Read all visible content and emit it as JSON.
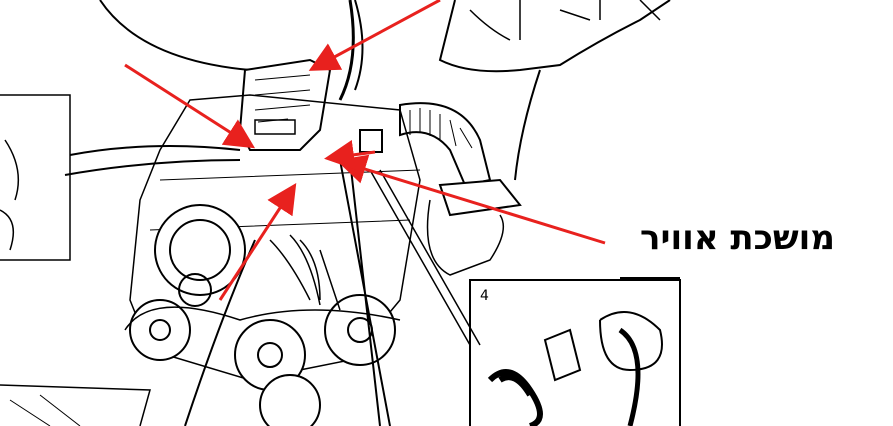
{
  "annotation": {
    "label": "מושכת אוויר",
    "arrow_color": "#e8211e"
  },
  "inset": {
    "number": "4"
  },
  "icons": [
    "engine-drawing",
    "arrow-icon"
  ]
}
